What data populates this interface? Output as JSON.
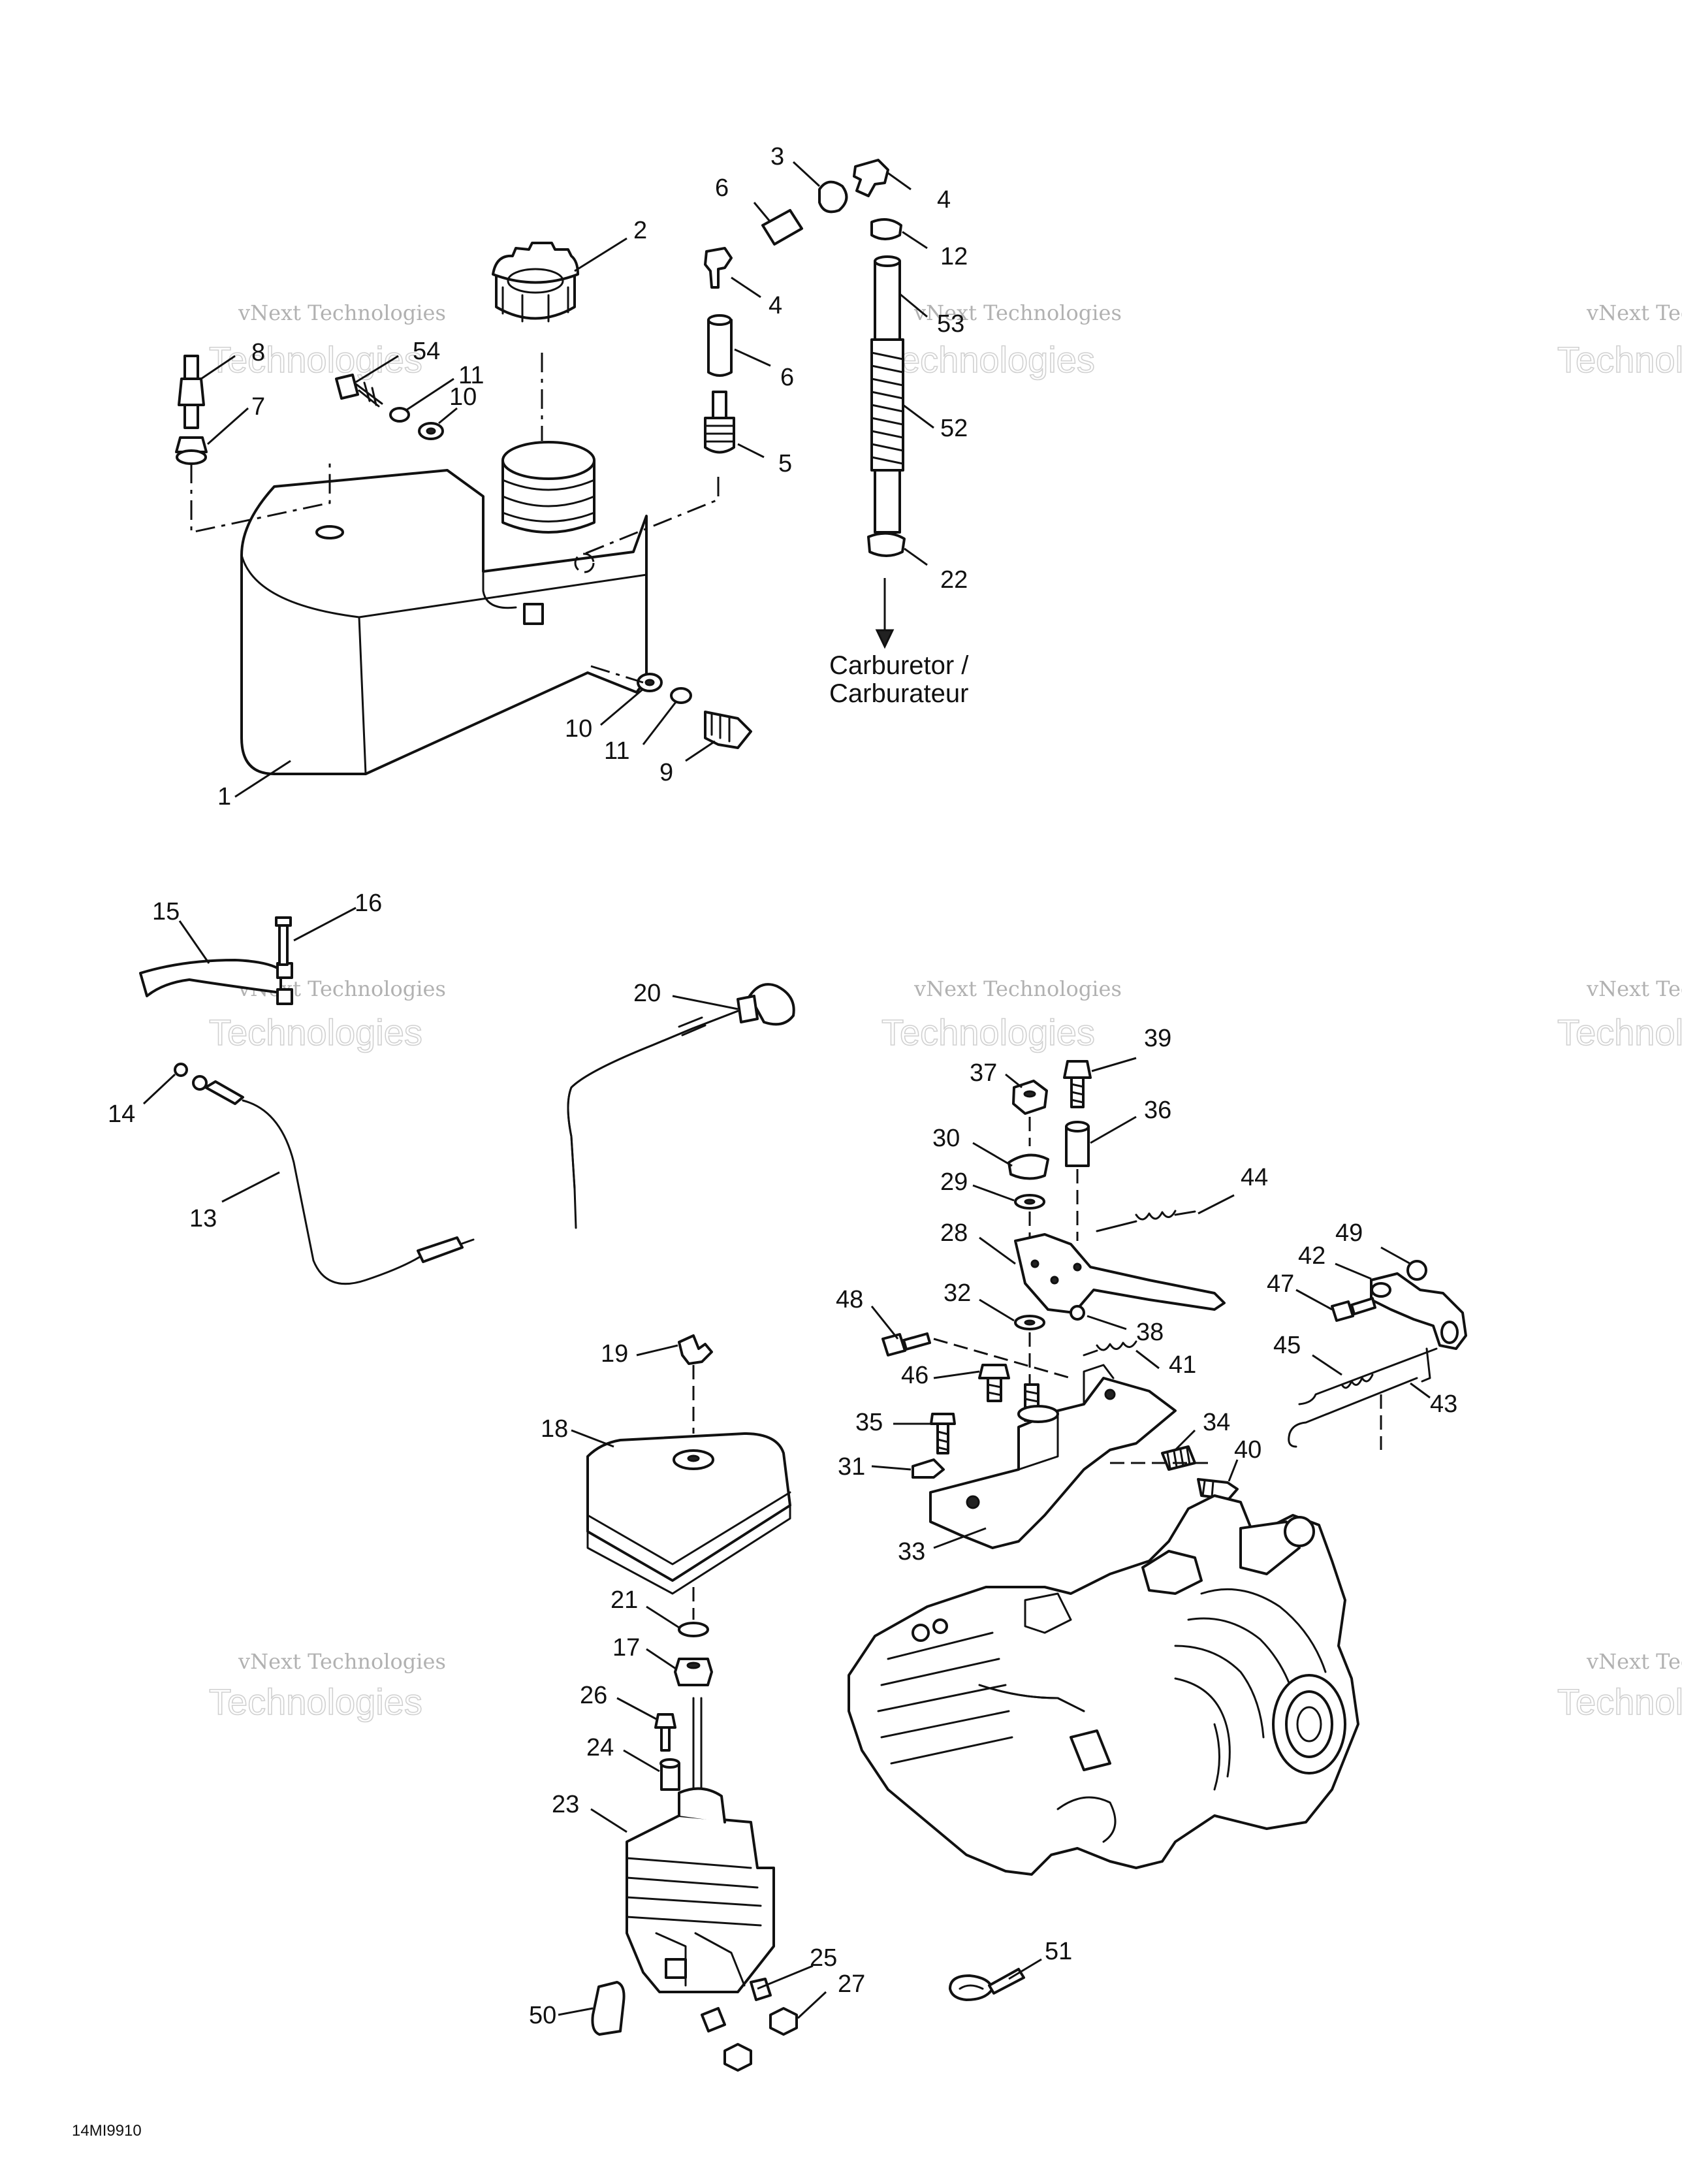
{
  "callouts": {
    "c1": "1",
    "c2": "2",
    "c3": "3",
    "c4a": "4",
    "c4b": "4",
    "c5": "5",
    "c6a": "6",
    "c6b": "6",
    "c7": "7",
    "c8": "8",
    "c9": "9",
    "c10a": "10",
    "c10b": "10",
    "c11a": "11",
    "c11b": "11",
    "c12": "12",
    "c13": "13",
    "c14": "14",
    "c15": "15",
    "c16": "16",
    "c17": "17",
    "c18": "18",
    "c19": "19",
    "c20": "20",
    "c21": "21",
    "c22": "22",
    "c23": "23",
    "c24": "24",
    "c25": "25",
    "c26": "26",
    "c27": "27",
    "c28": "28",
    "c29": "29",
    "c30": "30",
    "c31": "31",
    "c32": "32",
    "c33": "33",
    "c34": "34",
    "c35": "35",
    "c36": "36",
    "c37": "37",
    "c38": "38",
    "c39": "39",
    "c40": "40",
    "c41": "41",
    "c42": "42",
    "c43": "43",
    "c44": "44",
    "c45": "45",
    "c46": "46",
    "c47": "47",
    "c48": "48",
    "c49": "49",
    "c50": "50",
    "c51": "51",
    "c52": "52",
    "c53": "53",
    "c54": "54"
  },
  "fuel_line_note": {
    "line1": "Carburetor /",
    "line2": "Carburateur"
  },
  "drawing_code": "14MI9910",
  "watermark": {
    "line1": "vNext Technologies",
    "line2": "Technologies"
  }
}
